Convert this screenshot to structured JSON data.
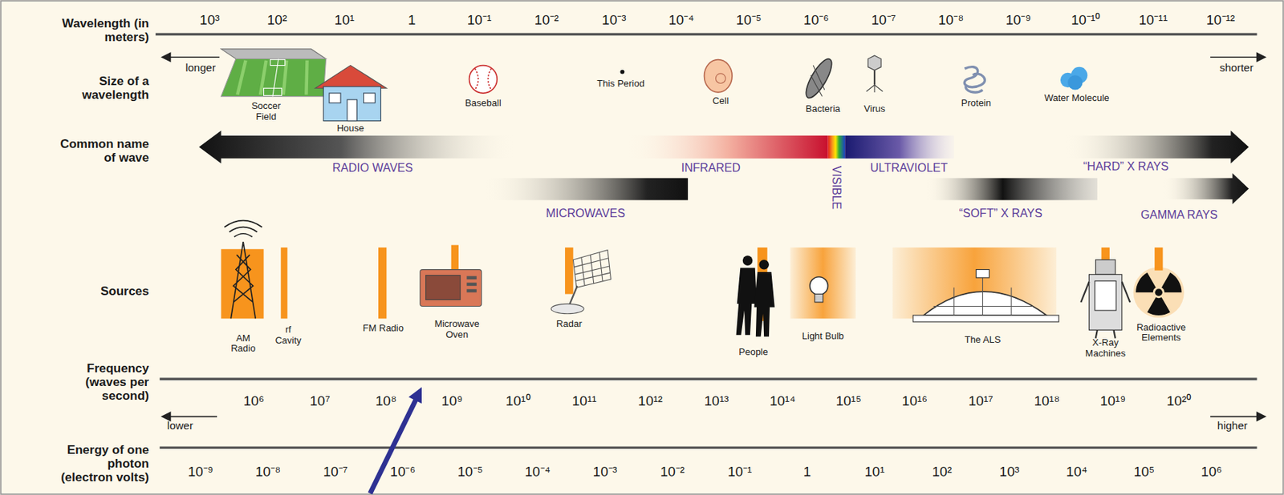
{
  "diagram": {
    "labels": [
      "Wavelength (in meters)",
      "10³",
      "10²",
      "10¹",
      "1",
      "10⁻¹",
      "10⁻²",
      "10⁻³",
      "10⁻⁴",
      "10⁻⁵",
      "10⁻⁶",
      "10⁻⁷",
      "10⁻⁸",
      "10⁻⁹",
      "10⁻¹⁰",
      "10⁻¹¹",
      "10⁻¹²",
      "longer",
      "shorter",
      "Size of a wavelength",
      "Soccer Field",
      "House",
      "Baseball",
      "This Period",
      "Cell",
      "Bacteria",
      "Virus",
      "Protein",
      "Water Molecule",
      "Common name of wave",
      "RADIO WAVES",
      "INFRARED",
      "VISIBLE",
      "ULTRAVIOLET",
      "“HARD” X RAYS",
      "MICROWAVES",
      "“SOFT” X RAYS",
      "GAMMA RAYS",
      "Sources",
      "AM Radio",
      "rf Cavity",
      "FM Radio",
      "Microwave Oven",
      "Radar",
      "People",
      "Light Bulb",
      "The ALS",
      "X-Ray Machines",
      "Radioactive Elements",
      "Frequency (waves per second)",
      "10⁶",
      "10⁷",
      "10⁸",
      "10⁹",
      "10¹⁰",
      "10¹¹",
      "10¹²",
      "10¹³",
      "10¹⁴",
      "10¹⁵",
      "10¹⁶",
      "10¹⁷",
      "10¹⁸",
      "10¹⁹",
      "10²⁰",
      "lower",
      "higher",
      "Energy of one photon (electron volts)",
      "10⁻⁹",
      "10⁻⁸",
      "10⁻⁷",
      "10⁻⁶",
      "10⁻⁵",
      "10⁻⁴",
      "10⁻³",
      "10⁻²",
      "10⁻¹",
      "1",
      "10¹",
      "10²",
      "10³",
      "10⁴",
      "10⁵",
      "10⁶"
    ]
  }
}
